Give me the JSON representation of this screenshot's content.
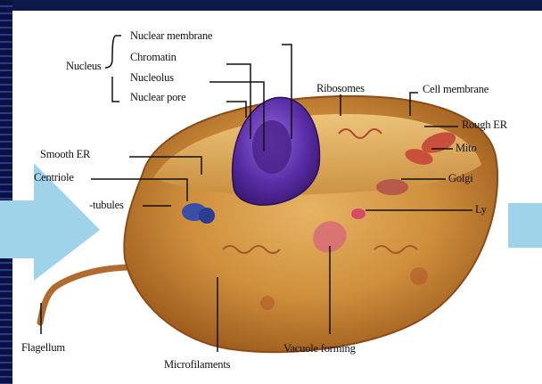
{
  "background_color": "#101a4a",
  "arrow_color": "#9fd3ea",
  "labels": {
    "nucleus": "Nucleus",
    "nuclear_membrane": "Nuclear membrane",
    "chromatin": "Chromatin",
    "nucleolus": "Nucleolus",
    "nuclear_pore": "Nuclear pore",
    "ribosomes": "Ribosomes",
    "cell_membrane": "Cell membrane",
    "rough_er": "Rough ER",
    "mito": "Mito",
    "golgi": "Golgi",
    "ly": "Ly",
    "smooth_er": "Smooth ER",
    "centriole": "Centriole",
    "microtubules": "-tubules",
    "flagellum": "Flagellum",
    "microfilaments": "Microfilaments",
    "vacuole_forming": "Vacuole forming"
  }
}
